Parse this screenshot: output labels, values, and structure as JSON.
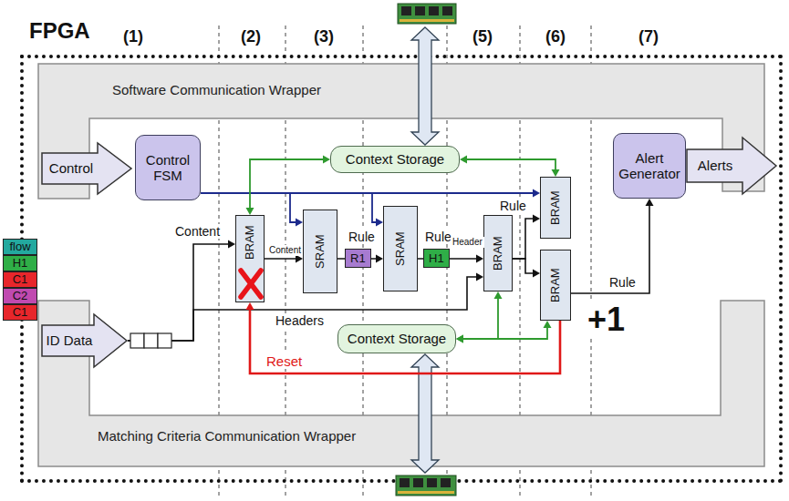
{
  "diagram": {
    "nodes": [
      {
        "text": [
          "FPGA"
        ]
      },
      {
        "text": [
          "Software Communication Wrapper"
        ],
        "in": 0
      },
      {
        "text": [
          "Control"
        ],
        "in": 0
      },
      {
        "text": [
          "Control FSM"
        ],
        "in": 0
      },
      {
        "text": [
          "Context Storage"
        ],
        "in": 0
      },
      {
        "text": [
          "Alert Generator"
        ],
        "in": 0
      },
      {
        "text": [
          "Alerts"
        ],
        "in": 0
      },
      {
        "text": [
          "ID Data"
        ],
        "in": 0
      },
      {
        "text": [
          "BRAM"
        ],
        "in": 0
      },
      {
        "text": [
          "SRAM"
        ],
        "in": 0
      },
      {
        "text": [
          "R1"
        ],
        "in": 0
      },
      {
        "text": [
          "SRAM"
        ],
        "in": 0
      },
      {
        "text": [
          "H1"
        ],
        "in": 0
      },
      {
        "text": [
          "BRAM"
        ],
        "in": 0
      },
      {
        "text": [
          "BRAM"
        ],
        "in": 0
      },
      {
        "text": [
          "BRAM"
        ],
        "in": 0
      },
      {
        "text": [
          "Context Storage"
        ],
        "in": 0
      },
      {
        "text": [
          "Matching Criteria Communication Wrapper"
        ],
        "in": 0
      },
      {
        "text": [
          "flow"
        ]
      },
      {
        "text": [
          "H1"
        ]
      },
      {
        "text": [
          "C1"
        ]
      },
      {
        "text": [
          "C2"
        ]
      },
      {
        "text": [
          "C1"
        ]
      }
    ],
    "edges": [
      {
        "from": 7,
        "to": 8,
        "arrow": "to",
        "label": "Content"
      },
      {
        "from": 7,
        "to": 13,
        "arrow": "to",
        "label": "Headers"
      },
      {
        "from": 8,
        "to": 9,
        "arrow": "to",
        "label": "Content"
      },
      {
        "from": 9,
        "to": 11,
        "arrow": "to",
        "label": "Rule"
      },
      {
        "from": 11,
        "to": 13,
        "arrow": "to",
        "label": "Rule"
      },
      {
        "from": 13,
        "to": 14,
        "arrow": "to",
        "label": "Rule"
      },
      {
        "from": 13,
        "to": 15,
        "arrow": "to"
      },
      {
        "from": 15,
        "to": 5,
        "arrow": "to",
        "label": "Rule"
      },
      {
        "from": 15,
        "to": 8,
        "arrow": "to",
        "label": "Reset"
      },
      {
        "from": 3,
        "to": 9,
        "arrow": "to"
      },
      {
        "from": 3,
        "to": 11,
        "arrow": "to"
      },
      {
        "from": 3,
        "to": 14,
        "arrow": "to"
      },
      {
        "from": 4,
        "to": 8,
        "arrow": "both"
      },
      {
        "from": 4,
        "to": 14,
        "arrow": "both"
      },
      {
        "from": 16,
        "to": 13,
        "arrow": "both"
      },
      {
        "from": 16,
        "to": 15,
        "arrow": "both"
      }
    ],
    "labels": [
      "(1)",
      "(2)",
      "(3)",
      "(5)",
      "(6)",
      "(7)",
      "Header",
      "+1"
    ]
  }
}
